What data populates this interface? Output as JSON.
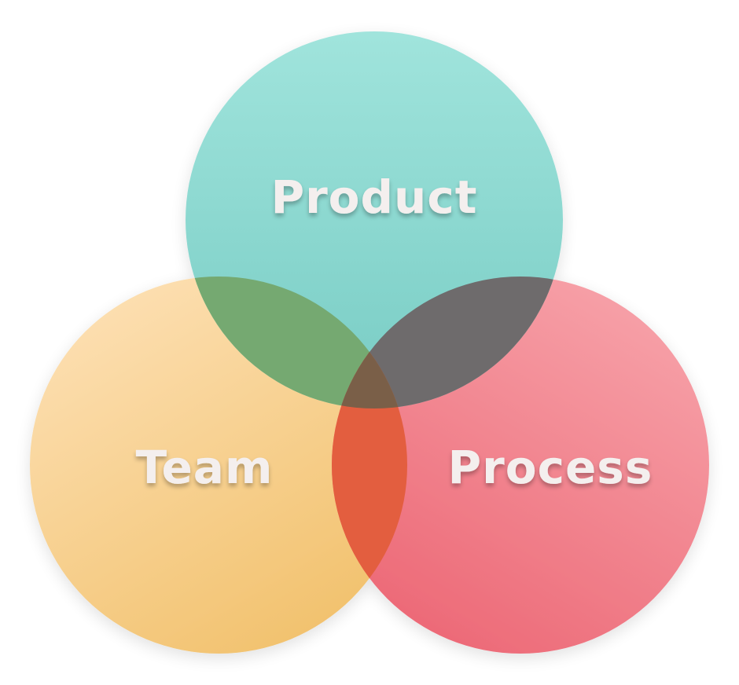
{
  "diagram": {
    "type": "venn",
    "circles": [
      {
        "id": "product",
        "label": "Product",
        "color_top": "#a0e4dc",
        "color_bottom": "#78ccc4"
      },
      {
        "id": "team",
        "label": "Team",
        "color_top": "#fde0b4",
        "color_bottom": "#f1c06a"
      },
      {
        "id": "process",
        "label": "Process",
        "color_top": "#f7a3aa",
        "color_bottom": "#ec6674"
      }
    ],
    "overlap_colors": {
      "product_team": "#75a971",
      "product_process": "#6e6b6c",
      "team_process": "#e35e3f",
      "center": "#7a5f48"
    },
    "label_color": "#f4efee"
  }
}
